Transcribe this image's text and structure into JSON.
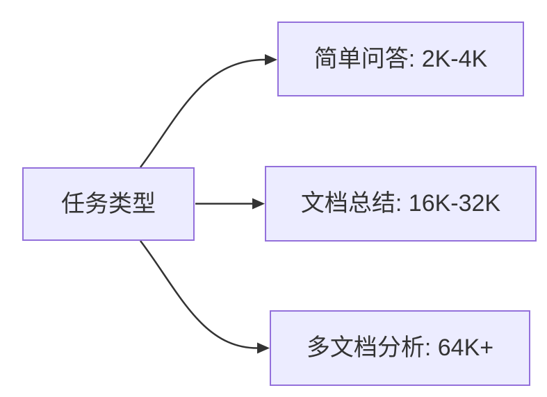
{
  "diagram": {
    "type": "flowchart-left-to-right",
    "background_color": "#FFFFFF",
    "node_fill_color": "#ECECFF",
    "node_border_color": "#9370DB",
    "edge_color": "#333333",
    "text_color": "#333333",
    "root": {
      "label": "任务类型"
    },
    "branches": [
      {
        "label": "简单问答: 2K-4K"
      },
      {
        "label": "文档总结: 16K-32K"
      },
      {
        "label": "多文档分析: 64K+"
      }
    ]
  }
}
